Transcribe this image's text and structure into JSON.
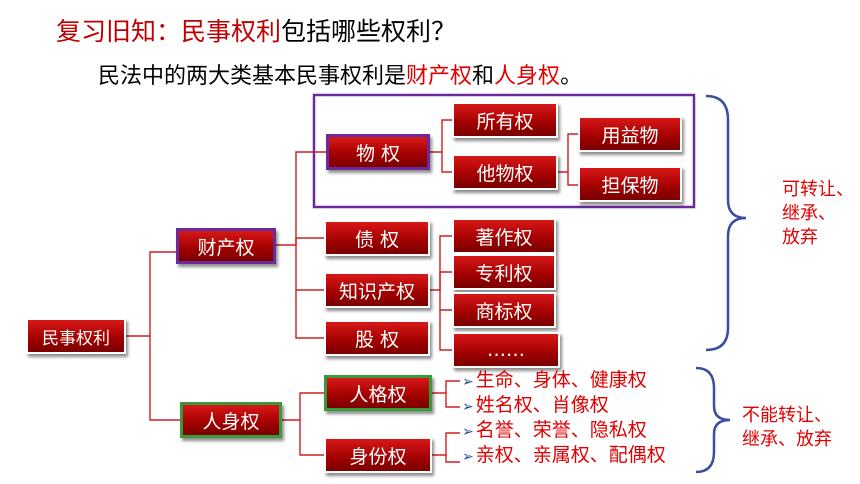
{
  "title": {
    "part1": "复习旧知：",
    "part2": "民事权利",
    "part3": "包括哪些权利？"
  },
  "subtitle": {
    "prefix": "民法中的两大类基本民事权利是",
    "r1": "财产权",
    "mid": "和",
    "r2": "人身权",
    "suffix": "。"
  },
  "nodes": {
    "root": "民事权利",
    "property": "财产权",
    "personal": "人身权",
    "real": "物 权",
    "owner": "所有权",
    "other_real": "他物权",
    "usufruct": "用益物",
    "security": "担保物",
    "debt": "债 权",
    "ip": "知识产权",
    "equity": "股 权",
    "copyright": "著作权",
    "patent": "专利权",
    "trademark": "商标权",
    "etc": "……",
    "personality": "人格权",
    "identity": "身份权"
  },
  "personal_items": [
    "生命、身体、健康权",
    "姓名权、肖像权",
    "名誉、荣誉、隐私权",
    "亲权、亲属权、配偶权"
  ],
  "notes": {
    "transferable": [
      "可转让、",
      "继承、",
      "放弃"
    ],
    "non_transferable": [
      "不能转让、",
      "继承、放弃"
    ]
  },
  "colors": {
    "accent": "#c00000",
    "box": "#b00000",
    "bracket": "#3a4fa0",
    "frame": "#6a2a9a"
  }
}
